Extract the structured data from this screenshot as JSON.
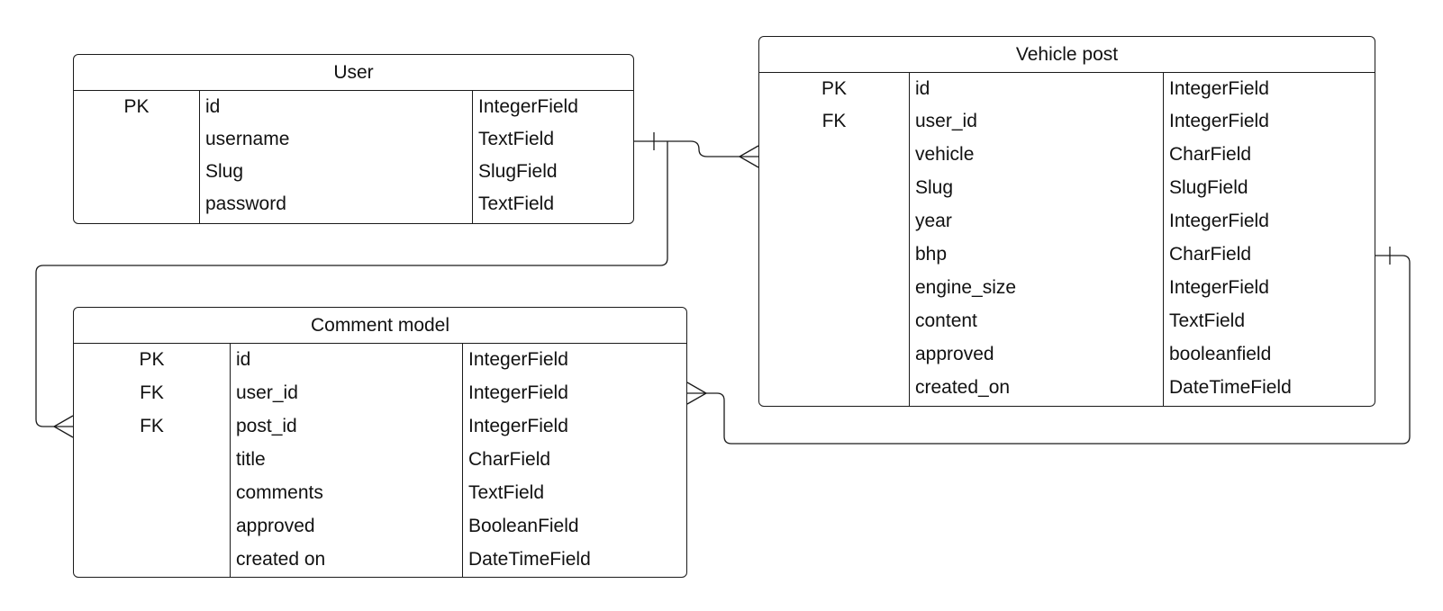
{
  "entities": {
    "user": {
      "title": "User",
      "rows": [
        {
          "key": "PK",
          "name": "id",
          "type": "IntegerField"
        },
        {
          "key": "",
          "name": "username",
          "type": "TextField"
        },
        {
          "key": "",
          "name": "Slug",
          "type": "SlugField"
        },
        {
          "key": "",
          "name": "password",
          "type": "TextField"
        }
      ]
    },
    "vehicle_post": {
      "title": "Vehicle post",
      "rows": [
        {
          "key": "PK",
          "name": "id",
          "type": "IntegerField"
        },
        {
          "key": "FK",
          "name": "user_id",
          "type": "IntegerField"
        },
        {
          "key": "",
          "name": "vehicle",
          "type": "CharField"
        },
        {
          "key": "",
          "name": "Slug",
          "type": "SlugField"
        },
        {
          "key": "",
          "name": "year",
          "type": "IntegerField"
        },
        {
          "key": "",
          "name": "bhp",
          "type": "CharField"
        },
        {
          "key": "",
          "name": "engine_size",
          "type": "IntegerField"
        },
        {
          "key": "",
          "name": "content",
          "type": "TextField"
        },
        {
          "key": "",
          "name": "approved",
          "type": "booleanfield"
        },
        {
          "key": "",
          "name": "created_on",
          "type": "DateTimeField"
        }
      ]
    },
    "comment_model": {
      "title": "Comment model",
      "rows": [
        {
          "key": "PK",
          "name": "id",
          "type": "IntegerField"
        },
        {
          "key": "FK",
          "name": "user_id",
          "type": "IntegerField"
        },
        {
          "key": "FK",
          "name": "post_id",
          "type": "IntegerField"
        },
        {
          "key": "",
          "name": "title",
          "type": "CharField"
        },
        {
          "key": "",
          "name": "comments",
          "type": "TextField"
        },
        {
          "key": "",
          "name": "approved",
          "type": "BooleanField"
        },
        {
          "key": "",
          "name": "created on",
          "type": "DateTimeField"
        }
      ]
    }
  },
  "relationships": [
    {
      "from": "User",
      "to": "Vehicle post",
      "from_end": "one",
      "to_end": "many"
    },
    {
      "from": "User",
      "to": "Comment model",
      "from_end": "one",
      "to_end": "many"
    },
    {
      "from": "Vehicle post",
      "to": "Comment model",
      "from_end": "one",
      "to_end": "many"
    }
  ]
}
